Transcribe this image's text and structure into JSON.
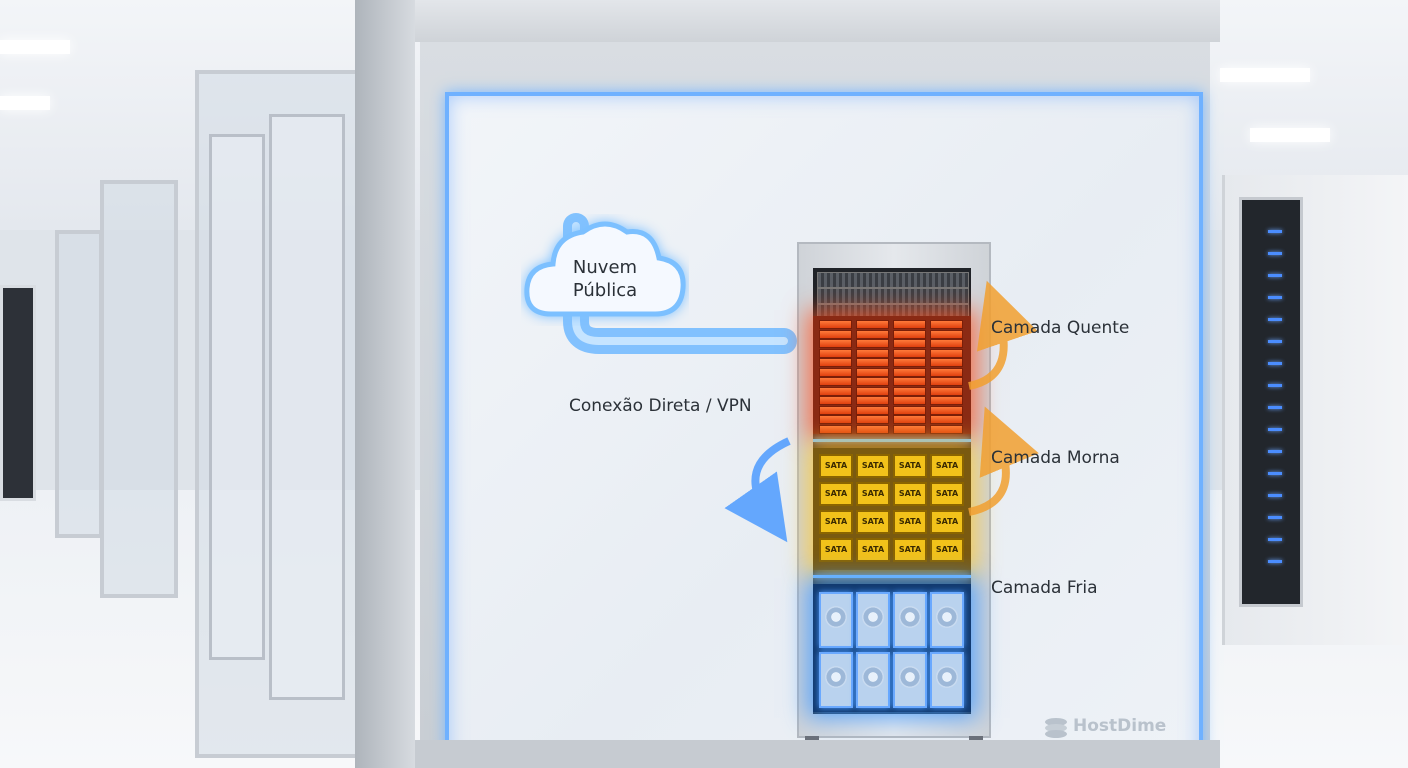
{
  "diagram": {
    "cloud_label": "Nuvem\nPública",
    "connection_label": "Conexão Direta / VPN",
    "tiers": {
      "hot": "Camada Quente",
      "warm": "Camada Morna",
      "cold": "Camada Fria"
    },
    "drive_label": "SATA"
  },
  "brand": {
    "logo_text": "HostDime"
  },
  "colors": {
    "hot": "#e9431a",
    "warm": "#f2c21a",
    "cold": "#3c96ff",
    "glow": "#6fb1ff"
  }
}
